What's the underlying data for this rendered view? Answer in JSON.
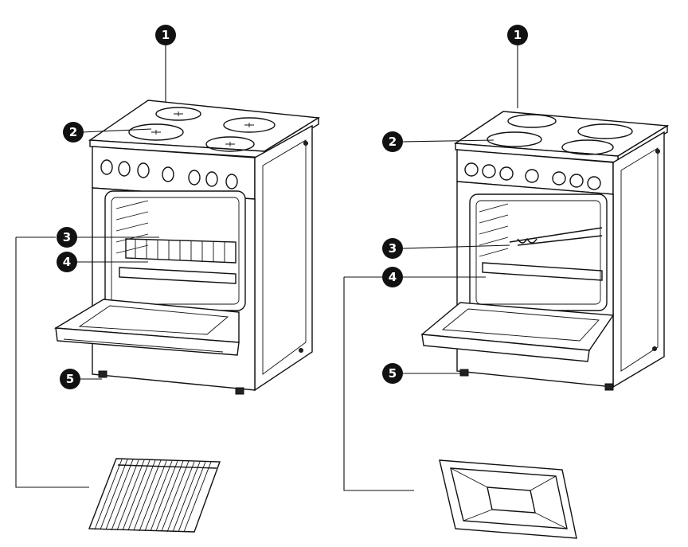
{
  "callouts": {
    "c1": "1",
    "c2": "2",
    "c3": "3",
    "c4": "4",
    "c5": "5"
  },
  "colors": {
    "line": "#111111",
    "badge": "#111111",
    "background": "#ffffff"
  }
}
